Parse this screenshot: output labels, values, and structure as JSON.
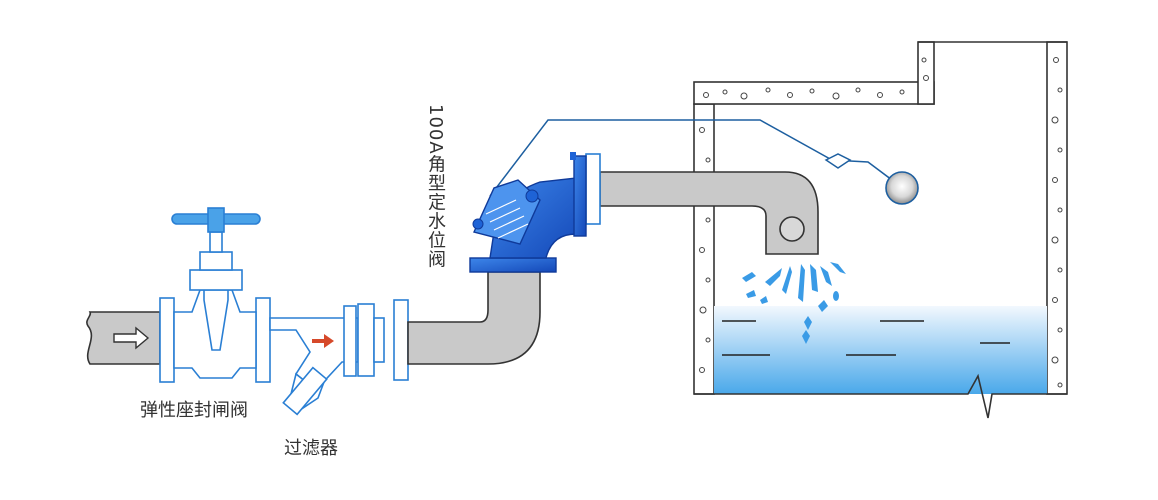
{
  "labels": {
    "gate_valve": "弹性座封闸阀",
    "filter": "过滤器",
    "angle_valve": "100A角型定水位阀"
  },
  "colors": {
    "pipe_fill": "#c9c9c9",
    "pipe_stroke": "#333333",
    "valve_blue": "#1e63d6",
    "valve_outline": "#2a7fd4",
    "water_top": "#f2f8fe",
    "water_bottom": "#49a8ea",
    "control_line": "#1d5fa0",
    "flow_arrow_red": "#d6492a"
  },
  "icons": {
    "inlet_arrow": "right-arrow-icon",
    "filter_arrow": "right-arrow-icon",
    "float_ball": "float-ball-icon"
  }
}
